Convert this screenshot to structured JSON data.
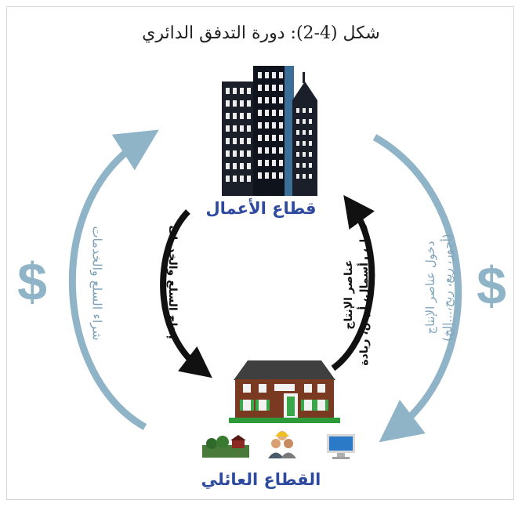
{
  "figure_title": "شكل (4-2): دورة التدفق الدائري",
  "business_sector": "قطاع الأعمال",
  "household_sector": "القطاع العائلي",
  "flows": {
    "goods_production": "إنتاج السلع والخدمات",
    "factors_line1": "عناصر الإنتاج",
    "factors_line2": "عمل، رأسمال، أرض، ريادة",
    "buy_goods": "شراء السلع والخدمات",
    "income_line1": "دخول عناصر الإنتاج",
    "income_line2": "(أجور، ريع، ربح،...إلخ)"
  },
  "dollar_sign": "$",
  "colors": {
    "outer_arrow": "#8fb3c7",
    "inner_arrow": "#111111",
    "sector_text": "#2e4a9e",
    "outer_text": "#7fa3bb"
  }
}
